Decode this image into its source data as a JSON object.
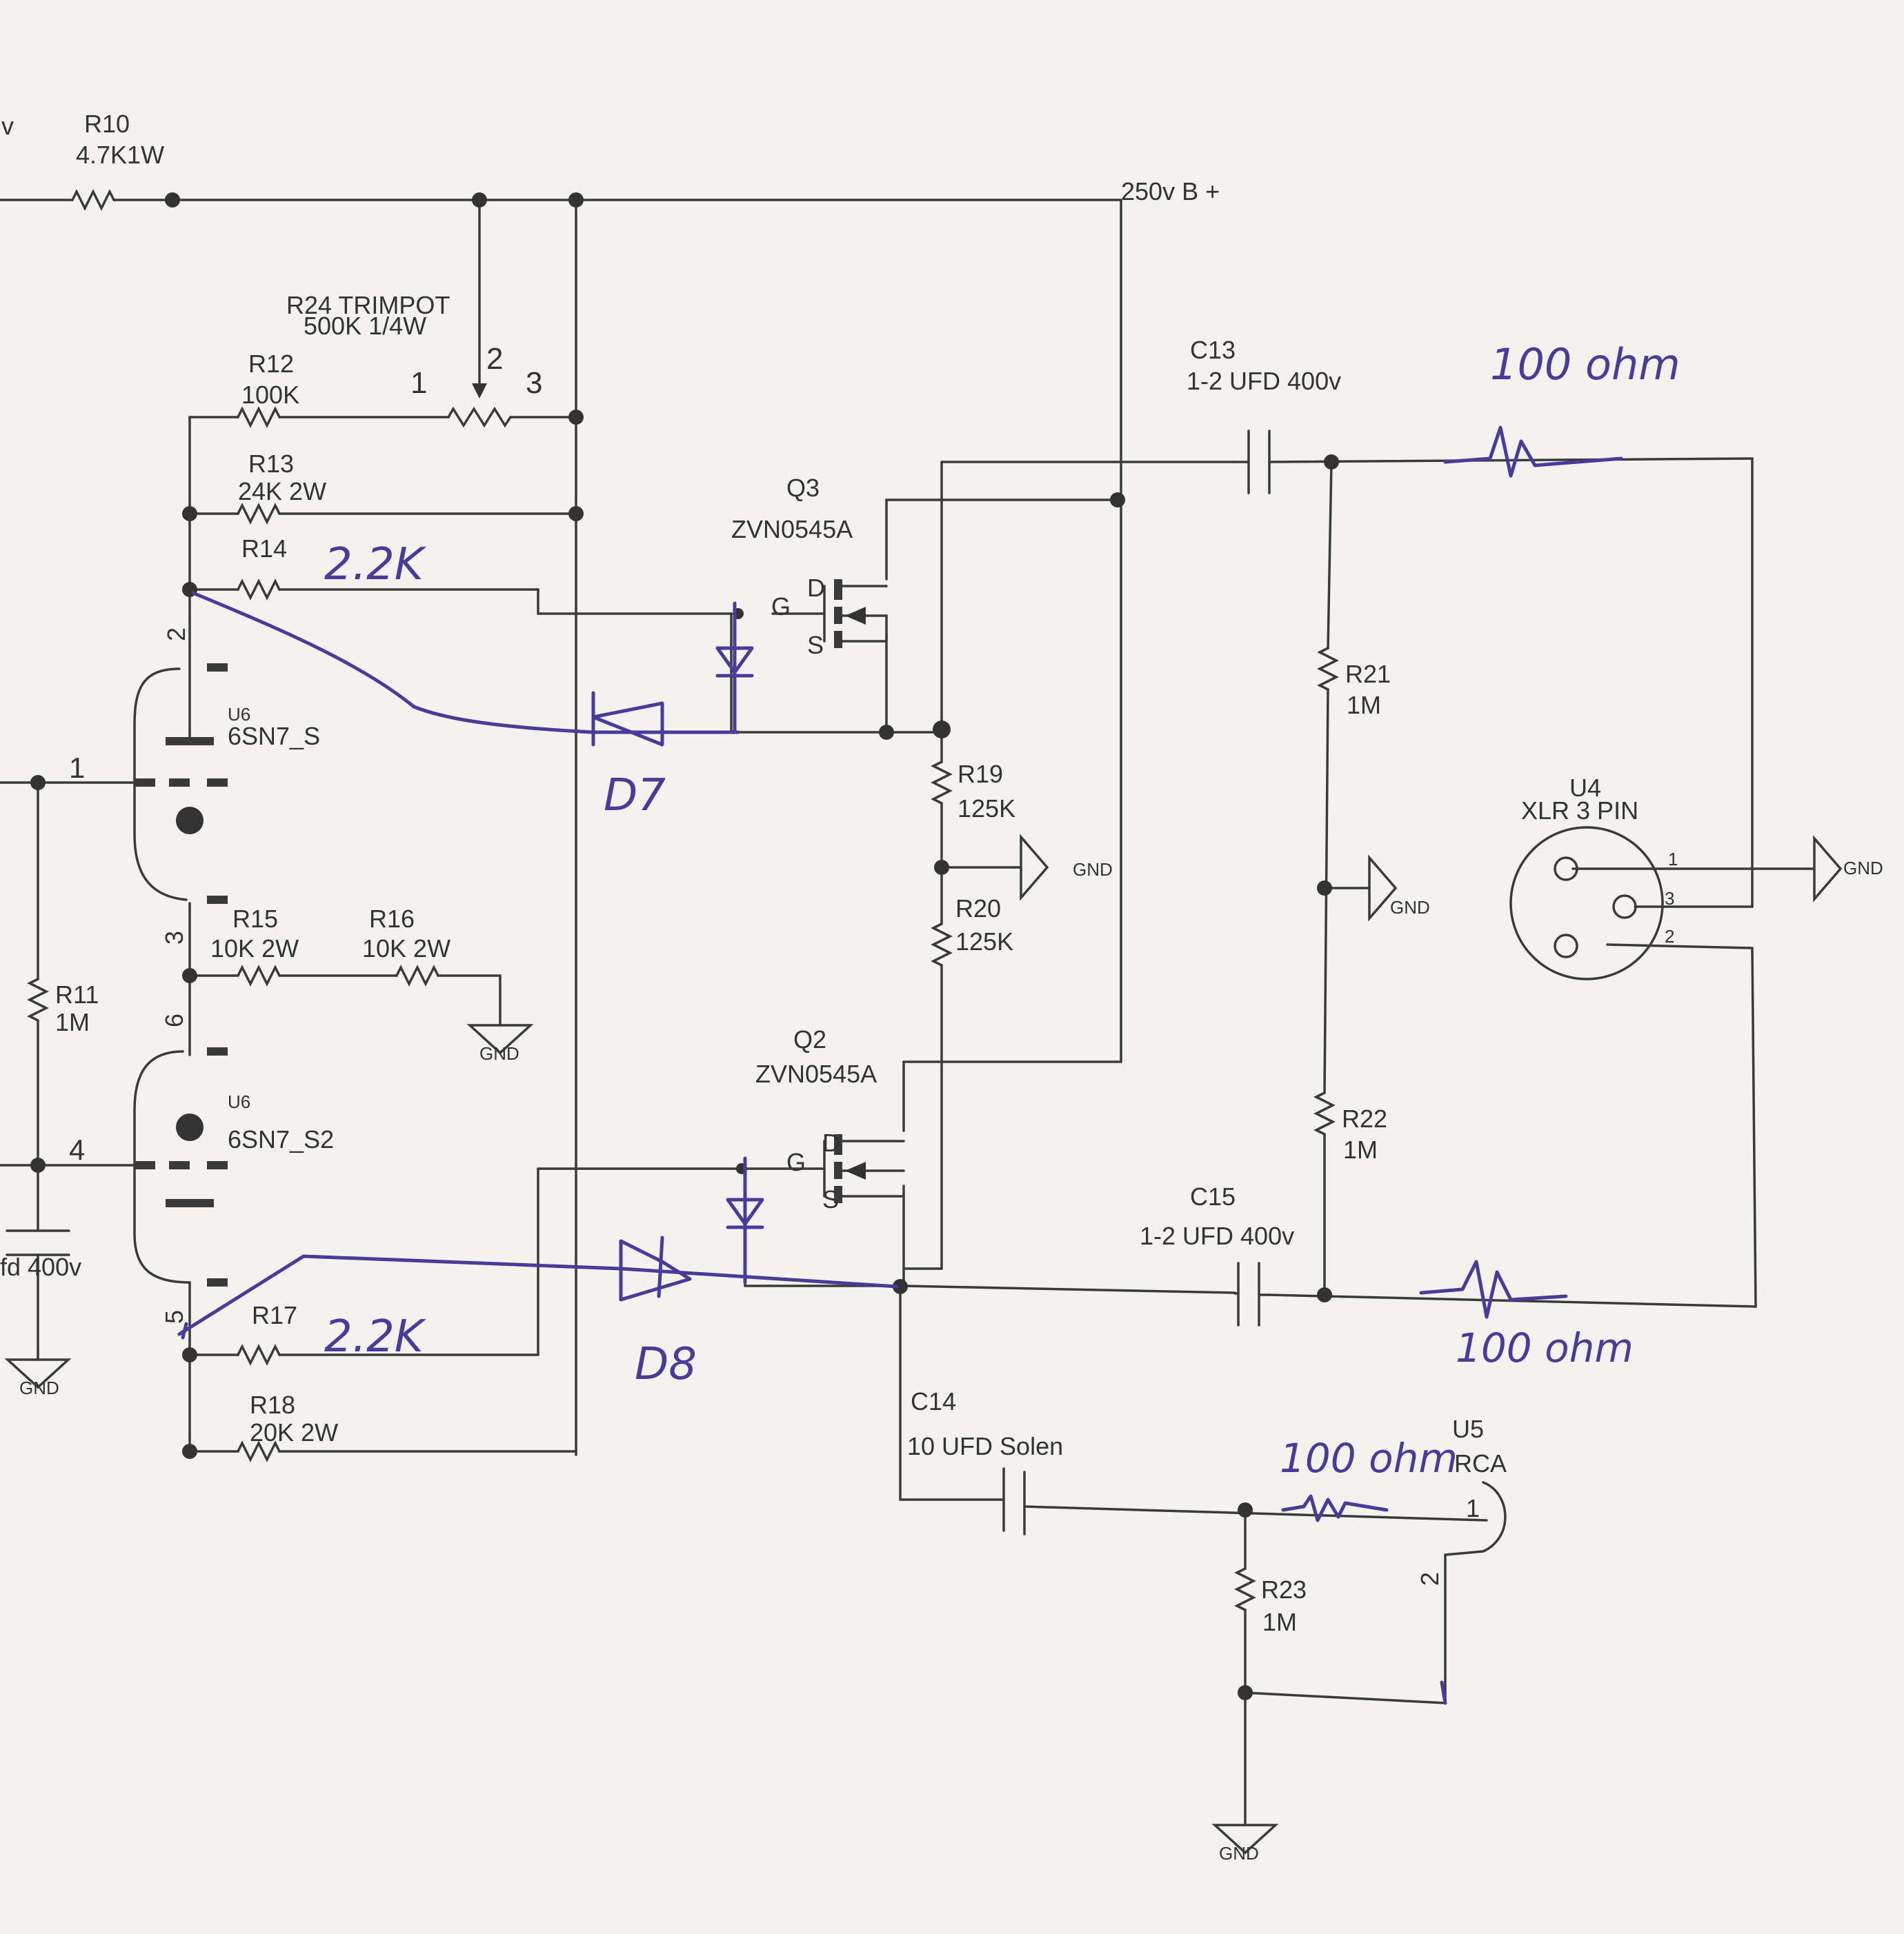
{
  "labels": {
    "left_v": "v",
    "r10_ref": "R10",
    "r10_val": "4.7K1W",
    "bplus": "250v B +",
    "r24_ref": "R24 TRIMPOT",
    "r24_val": "500K 1/4W",
    "r24_p1": "1",
    "r24_p2": "2",
    "r24_p3": "3",
    "r12_ref": "R12",
    "r12_val": "100K",
    "r13_ref": "R13",
    "r13_val": "24K 2W",
    "r14_ref": "R14",
    "r14_ink": "2.2K",
    "c13_ref": "C13",
    "c13_val": "1-2 UFD 400v",
    "c13_ink": "100 ohm",
    "q3_ref": "Q3",
    "q3_val": "ZVN0545A",
    "q2_ref": "Q2",
    "q2_val": "ZVN0545A",
    "pin_d": "D",
    "pin_g": "G",
    "pin_s": "S",
    "u6_ref": "U6",
    "u6_val": "6SN7_S",
    "u6b_ref": "U6",
    "u6b_val": "6SN7_S2",
    "pin2": "2",
    "pin1": "1",
    "pin3": "3",
    "pin6": "6",
    "pin4": "4",
    "pin5": "5",
    "d7_ink": "D7",
    "d8_ink": "D8",
    "r21_ref": "R21",
    "r21_val": "1M",
    "r22_ref": "R22",
    "r22_val": "1M",
    "r19_ref": "R19",
    "r19_val": "125K",
    "r20_ref": "R20",
    "r20_val": "125K",
    "gnd": "GND",
    "u4_ref": "U4",
    "u4_val": "XLR 3 PIN",
    "xlr1": "1",
    "xlr3": "3",
    "xlr2": "2",
    "r15_ref": "R15",
    "r15_val": "10K 2W",
    "r16_ref": "R16",
    "r16_val": "10K 2W",
    "r11_ref": "R11",
    "r11_val": "1M",
    "cap_left_val": "fd 400v",
    "c15_ref": "C15",
    "c15_val": "1-2 UFD 400v",
    "c15_ink": "100 ohm",
    "r17_ref": "R17",
    "r17_ink": "2.2K",
    "r18_ref": "R18",
    "r18_val": "20K 2W",
    "c14_ref": "C14",
    "c14_val": "10 UFD Solen",
    "u5_ref": "U5",
    "u5_val": "RCA",
    "u5_ink": "100 ohm",
    "u5_p1": "1",
    "u5_p2": "2",
    "r23_ref": "R23",
    "r23_val": "1M"
  },
  "colors": {
    "ink": "#4a3a9a",
    "paper": "#f3f2ee",
    "print": "#3a3a3a"
  }
}
